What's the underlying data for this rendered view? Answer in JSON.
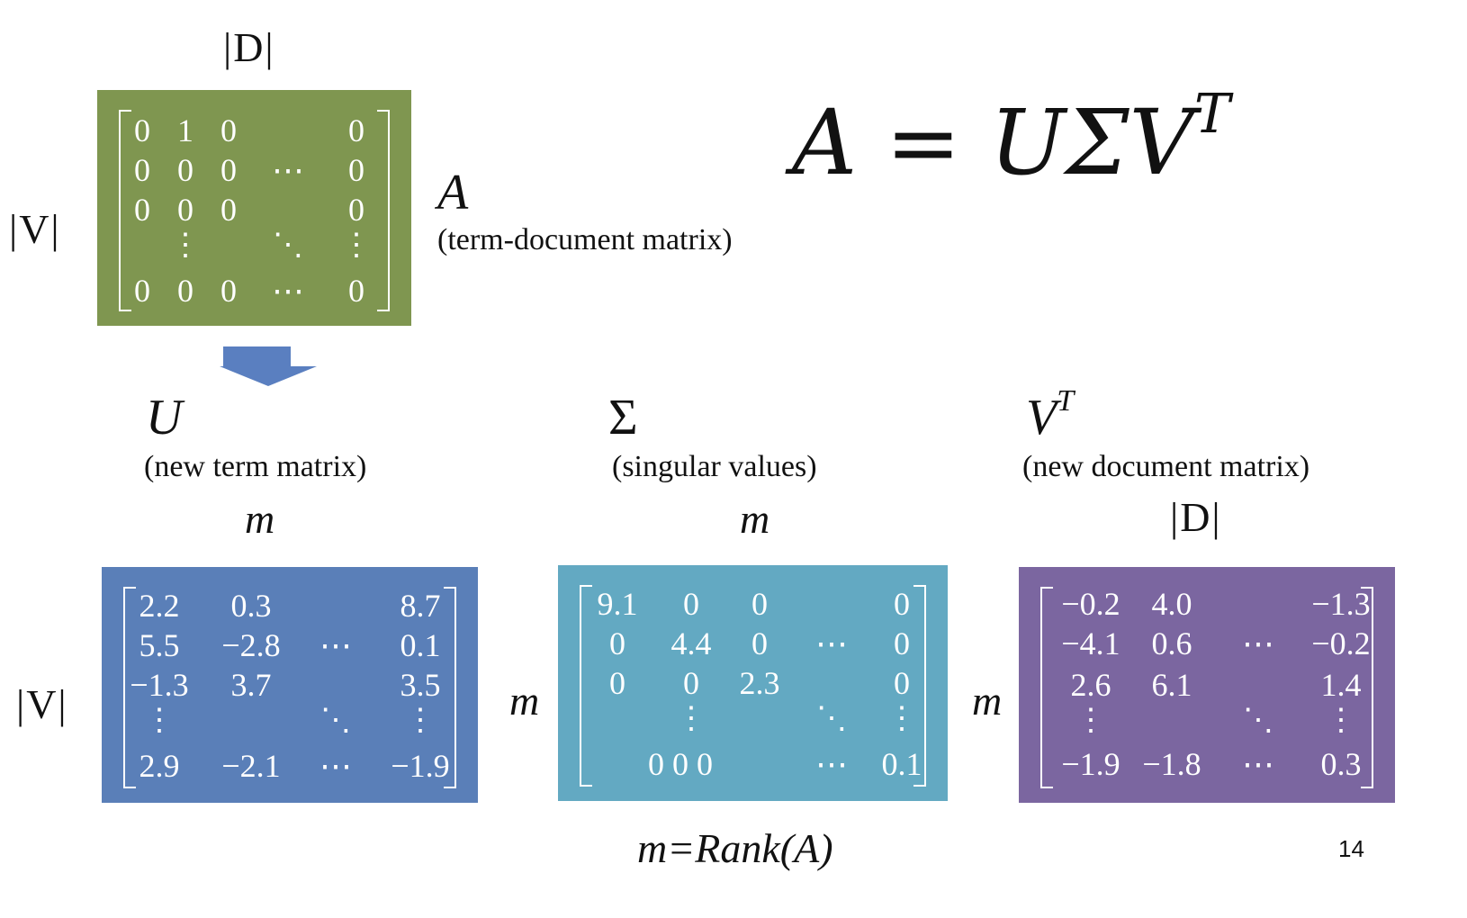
{
  "equation": {
    "lhs": "A",
    "eq": "=",
    "rhs_main": "UΣV",
    "rhs_sup": "T"
  },
  "matrix_a": {
    "label": "A",
    "caption": "(term-document matrix)",
    "col_dim": "|D|",
    "row_dim": "|V|",
    "color": "#7f9650",
    "rows": [
      [
        "0",
        "1",
        "0",
        "",
        "0"
      ],
      [
        "0",
        "0",
        "0",
        "⋯",
        "0"
      ],
      [
        "0",
        "0",
        "0",
        "",
        "0"
      ],
      [
        "",
        "⋮",
        "",
        "⋱",
        "⋮"
      ],
      [
        "0",
        "0",
        "0",
        "⋯",
        "0"
      ]
    ]
  },
  "matrix_u": {
    "label": "U",
    "caption": "(new term matrix)",
    "col_dim": "m",
    "row_dim": "|V|",
    "color": "#5a7fb8",
    "rows": [
      [
        "2.2",
        "0.3",
        "",
        "8.7"
      ],
      [
        "5.5",
        "−2.8",
        "⋯",
        "0.1"
      ],
      [
        "−1.3",
        "3.7",
        "",
        "3.5"
      ],
      [
        "⋮",
        "",
        "⋱",
        "⋮"
      ],
      [
        "2.9",
        "−2.1",
        "⋯",
        "−1.9"
      ]
    ]
  },
  "matrix_s": {
    "label": "Σ",
    "caption": "(singular values)",
    "col_dim": "m",
    "row_dim": "m",
    "color": "#63a9c2",
    "rows": [
      [
        "9.1",
        "0",
        "0",
        "",
        "0"
      ],
      [
        "0",
        "4.4",
        "0",
        "⋯",
        "0"
      ],
      [
        "0",
        "0",
        "2.3",
        "",
        "0"
      ],
      [
        "",
        "⋮",
        "",
        "⋱",
        "⋮"
      ],
      [
        "0  0  0",
        "",
        "",
        "⋯",
        "0.1"
      ]
    ]
  },
  "matrix_v": {
    "label_main": "V",
    "label_sup": "T",
    "caption": "(new document matrix)",
    "col_dim": "|D|",
    "row_dim": "m",
    "color": "#7b66a0",
    "rows": [
      [
        "−0.2",
        "4.0",
        "",
        "−1.3"
      ],
      [
        "−4.1",
        "0.6",
        "⋯",
        "−0.2"
      ],
      [
        "2.6",
        "6.1",
        "",
        "1.4"
      ],
      [
        "⋮",
        "",
        "⋱",
        "⋮"
      ],
      [
        "−1.9",
        "−1.8",
        "⋯",
        "0.3"
      ]
    ]
  },
  "rank_note": "m=Rank(A)",
  "page_number": "14",
  "arrow_color": "#5a7fc0"
}
